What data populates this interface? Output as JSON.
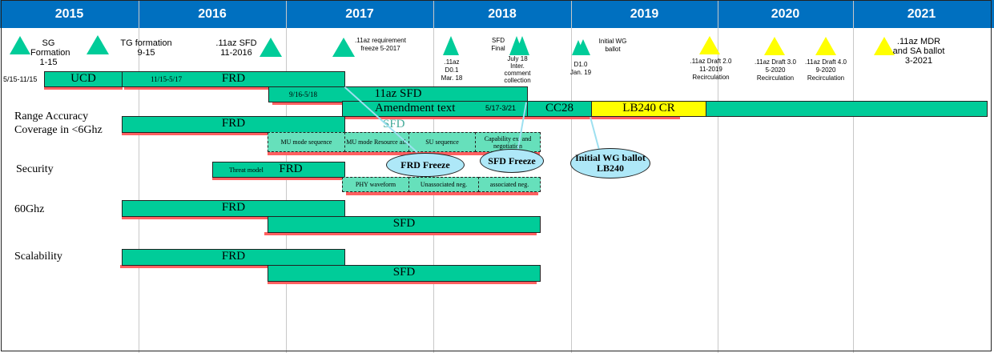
{
  "years": [
    "2015",
    "2016",
    "2017",
    "2018",
    "2019",
    "2020",
    "2021"
  ],
  "milestones": {
    "sg": "SG Formation 1-15",
    "tg": "TG formation 9-15",
    "sfd": ".11az SFD 11-2016",
    "req": ".11az requirement freeze 5-2017",
    "d01": ".11az D0.1 Mar. 18",
    "sfd_final": "SFD Final",
    "july": "July 18 Inter. comment collection",
    "d10": "D1.0 Jan. 19",
    "wg": "Initial WG ballot",
    "d20": ".11az Draft 2.0 11-2019 Recirculation",
    "d30": ".11az Draft 3.0 5-2020 Recirculation",
    "d40": ".11az Draft 4.0 9-2020 Recirculation",
    "mdr": ".11az MDR and SA ballot 3-2021"
  },
  "rows": {
    "range1": "Range Accuracy",
    "range2": "Coverage in <6Ghz",
    "security": "Security",
    "ghz60": "60Ghz",
    "scal": "Scalability"
  },
  "bars": {
    "ucd_dates": "5/15-11/15",
    "ucd": "UCD",
    "frd_dates": "11/15-5/17",
    "frd": "FRD",
    "sfd_dates": "9/16-5/18",
    "sfd": "11az SFD",
    "amend": "Amendment text",
    "amend_dates": "5/17-3/21",
    "cc28": "CC28",
    "lb240": "LB240  CR",
    "sfd_label": "SFD",
    "threat": "Threat model"
  },
  "subtasks": [
    "MU mode sequence",
    "MU mode Resource all.",
    "SU sequence",
    "Capability ex. and negotiation",
    "PHY waveform",
    "Unassociated neg.",
    "associated neg."
  ],
  "callouts": {
    "frd": "FRD Freeze",
    "sfd": "SFD Freeze",
    "wg": "Initial WG ballot LB240"
  },
  "colors": {
    "header": "#0070c0",
    "green": "#00cc99",
    "yellow": "#ffff00",
    "red": "#ff6060",
    "callout": "#aee8f8"
  }
}
